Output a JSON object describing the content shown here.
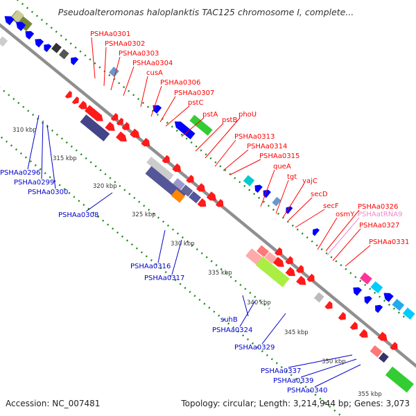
{
  "title": "Pseudoalteromonas haloplanktis TAC125 chromosome I, complete...",
  "accession": "Accession: NC_007481",
  "topology": "Topology: circular; Length: 3,214,944 bp; Genes: 3,073",
  "colors": {
    "backbone": "#8f8f8f",
    "gc_dots": "#1a8a1a",
    "forward_gene": "#ff1a1a",
    "reverse_gene": "#0000ff",
    "label_forward": "#ff0000",
    "label_reverse": "#0000cc",
    "label_rna": "#ee88cc"
  },
  "ticks": [
    "310 kbp",
    "315 kbp",
    "320 kbp",
    "325 kbp",
    "330 kbp",
    "335 kbp",
    "340 kbp",
    "345 kbp",
    "350 kbp",
    "355 kbp"
  ],
  "labels": {
    "forward": [
      "PSHAa0301",
      "PSHAa0302",
      "PSHAa0303",
      "PSHAa0304",
      "cusA",
      "PSHAa0306",
      "PSHAa0307",
      "pstC",
      "pstA",
      "pstB",
      "phoU",
      "PSHAa0313",
      "PSHAa0314",
      "PSHAa0315",
      "queA",
      "tgt",
      "yajC",
      "secD",
      "secF",
      "osmY",
      "PSHAa0326",
      "PSHAatRNA9",
      "PSHAa0327",
      "PSHAa0331"
    ],
    "reverse": [
      "PSHAa0296",
      "PSHAa0299",
      "PSHAa0300",
      "PSHAa0308",
      "PSHAa0316",
      "PSHAa0317",
      "suhB",
      "PSHAa0324",
      "PSHAa0329",
      "PSHAa0337",
      "PSHAa0339",
      "PSHAa0340"
    ]
  }
}
